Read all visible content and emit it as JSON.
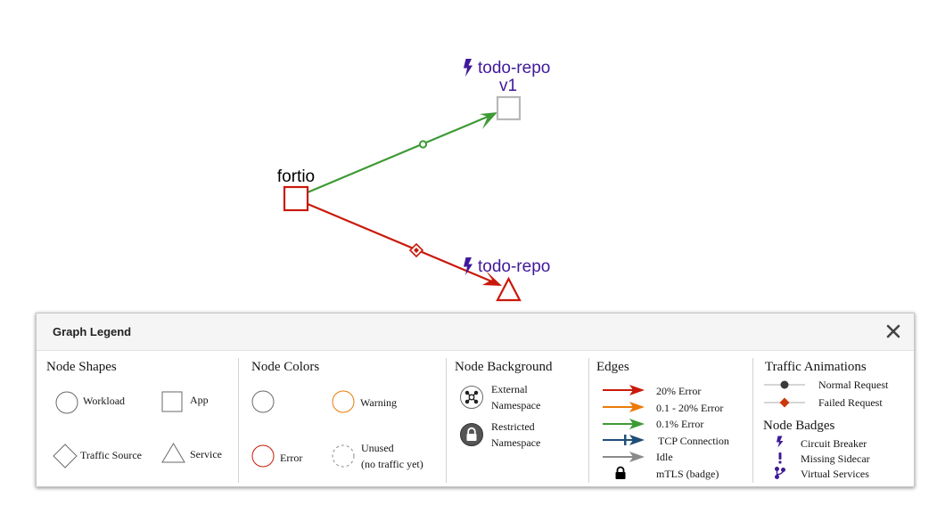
{
  "graph": {
    "nodes": {
      "fortio": "fortio",
      "todo_repo_app_name": "todo-repo",
      "todo_repo_app_version": "v1",
      "todo_repo_service_name": "todo-repo"
    },
    "colors": {
      "healthy_edge": "#3e9a35",
      "error_edge": "#c9190b",
      "error_node": "#c9190b",
      "idle_node": "#b8b8b8",
      "badge": "#40199a"
    }
  },
  "legend": {
    "title": "Graph Legend",
    "node_shapes": {
      "title": "Node Shapes",
      "workload": "Workload",
      "app": "App",
      "traffic_source": "Traffic Source",
      "service": "Service"
    },
    "node_colors": {
      "title": "Node Colors",
      "normal": "",
      "warning": "Warning",
      "error": "Error",
      "unused_line1": "Unused",
      "unused_line2": "(no traffic yet)"
    },
    "node_background": {
      "title": "Node Background",
      "external_line1": "External",
      "external_line2": "Namespace",
      "restricted_line1": "Restricted",
      "restricted_line2": "Namespace"
    },
    "edges": {
      "title": "Edges",
      "error_20": "20% Error",
      "error_0_1_20": "0.1 - 20% Error",
      "error_0_1": "0.1% Error",
      "tcp": "TCP Connection",
      "idle": "Idle",
      "mtls": "mTLS (badge)"
    },
    "traffic_animations": {
      "title": "Traffic Animations",
      "normal": "Normal Request",
      "failed": "Failed Request"
    },
    "node_badges": {
      "title": "Node Badges",
      "circuit_breaker": "Circuit Breaker",
      "missing_sidecar": "Missing Sidecar",
      "virtual_services": "Virtual Services"
    }
  }
}
